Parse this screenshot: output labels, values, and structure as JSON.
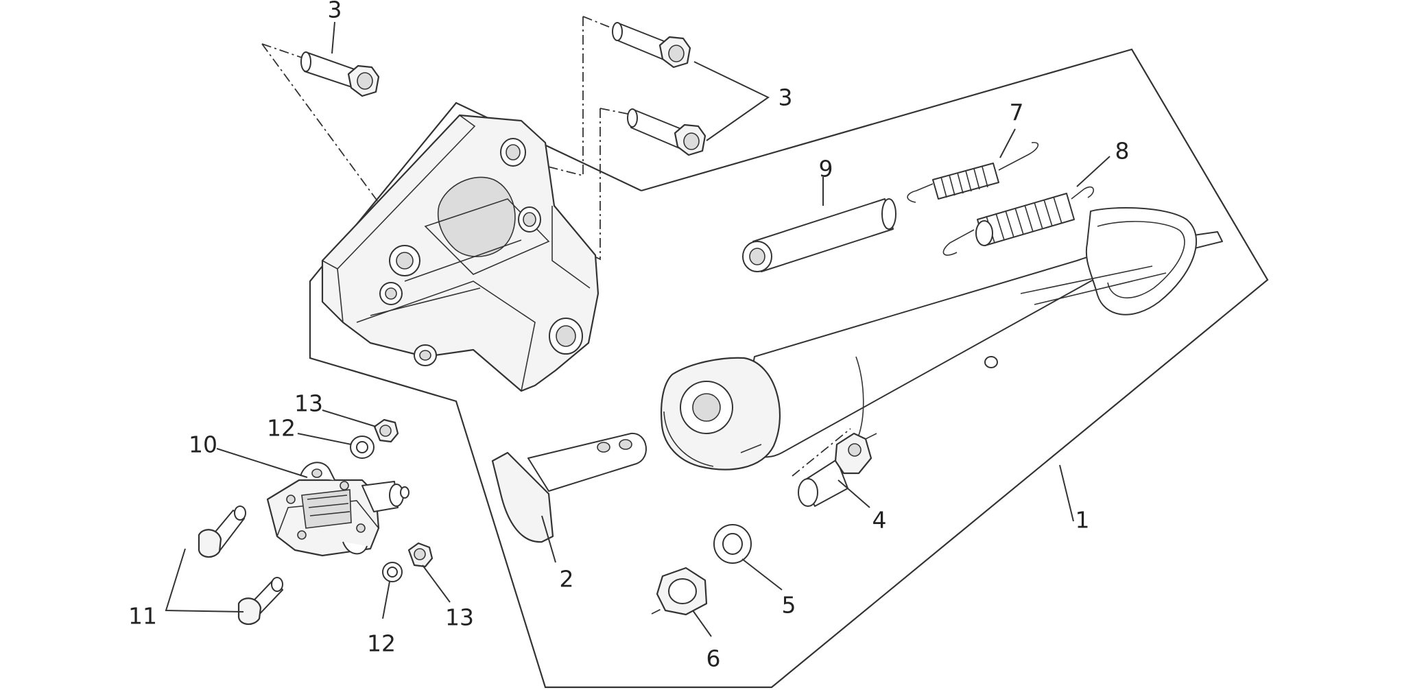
{
  "callouts": [
    {
      "id": "c1",
      "label": "1"
    },
    {
      "id": "c2",
      "label": "2"
    },
    {
      "id": "c3a",
      "label": "3"
    },
    {
      "id": "c3b",
      "label": "3"
    },
    {
      "id": "c4",
      "label": "4"
    },
    {
      "id": "c5",
      "label": "5"
    },
    {
      "id": "c6",
      "label": "6"
    },
    {
      "id": "c7",
      "label": "7"
    },
    {
      "id": "c8",
      "label": "8"
    },
    {
      "id": "c9",
      "label": "9"
    },
    {
      "id": "c10",
      "label": "10"
    },
    {
      "id": "c11",
      "label": "11"
    },
    {
      "id": "c12a",
      "label": "12"
    },
    {
      "id": "c12b",
      "label": "12"
    },
    {
      "id": "c13a",
      "label": "13"
    },
    {
      "id": "c13b",
      "label": "13"
    }
  ]
}
